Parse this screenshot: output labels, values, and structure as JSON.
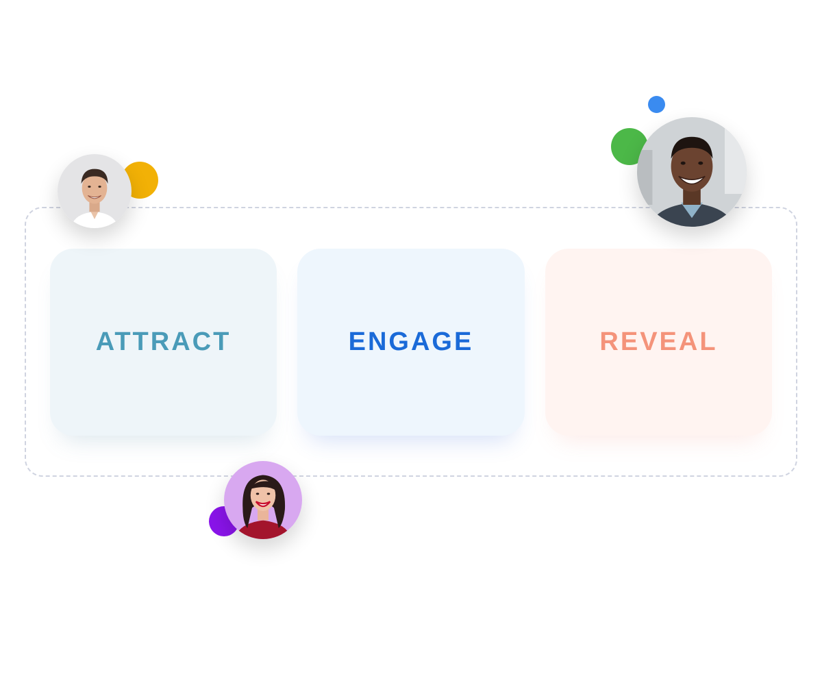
{
  "cards": {
    "attract": {
      "label": "ATTRACT",
      "color": "#4a9bb8",
      "background": "#eef5f9"
    },
    "engage": {
      "label": "ENGAGE",
      "color": "#1a6ad8",
      "background": "#eef6fd"
    },
    "reveal": {
      "label": "REVEAL",
      "color": "#f4937a",
      "background": "#fff4f1"
    }
  },
  "avatars": [
    "man-smiling-photo",
    "man-smiling-photo",
    "woman-smiling-photo"
  ],
  "accent_dots": {
    "yellow": "#f2b106",
    "green": "#4cb848",
    "blue": "#3a8bf0",
    "purple": "#8a14ea"
  }
}
